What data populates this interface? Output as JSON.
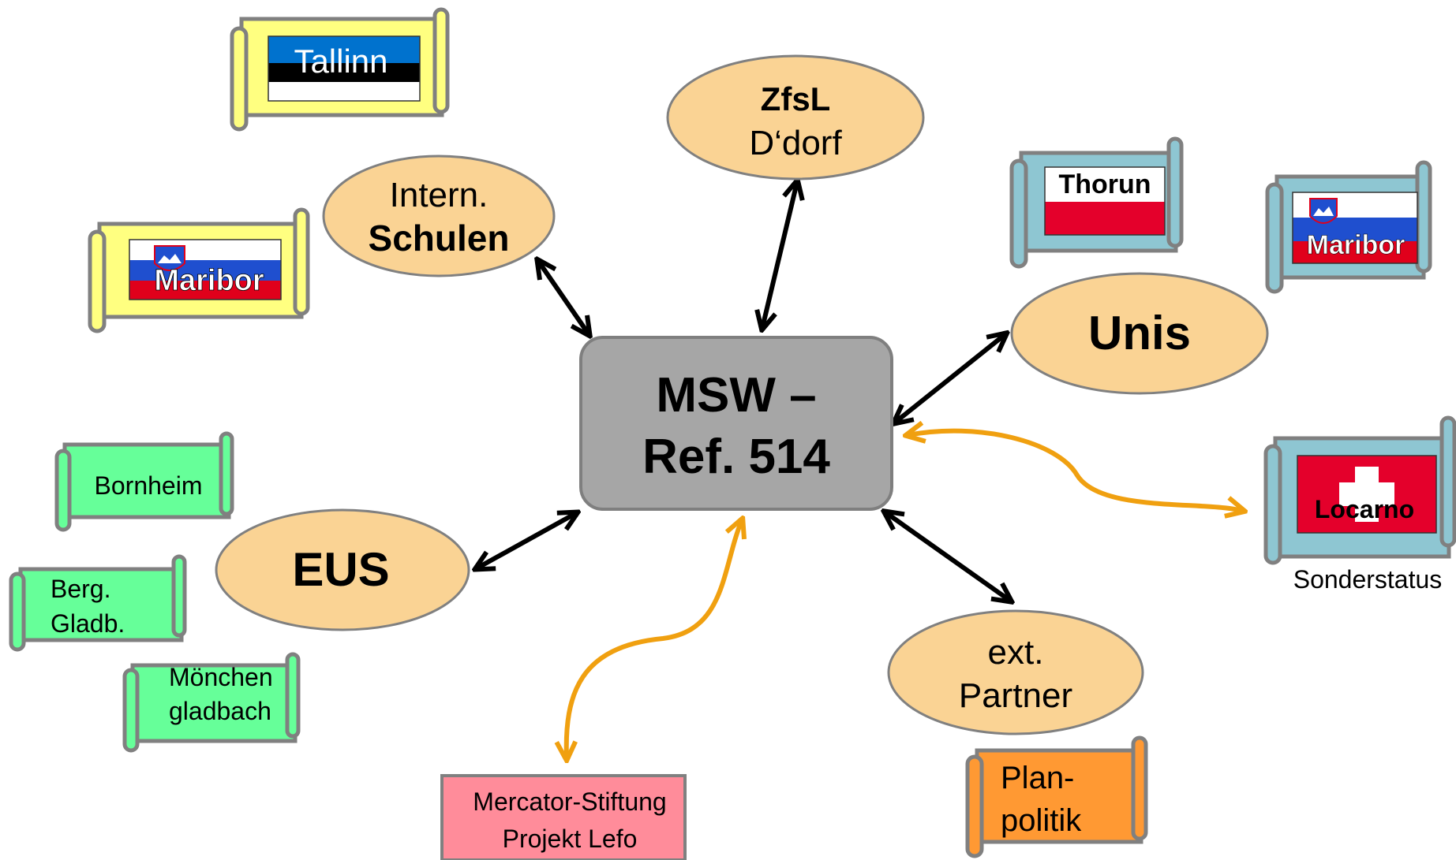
{
  "center": {
    "line1": "MSW –",
    "line2": "Ref. 514"
  },
  "ovals": {
    "zfsl": {
      "line1": "ZfsL",
      "line2": "D‘dorf"
    },
    "intern": {
      "line1": "Intern.",
      "line2": "Schulen"
    },
    "unis": {
      "label": "Unis"
    },
    "eus": {
      "label": "EUS"
    },
    "ext": {
      "line1": "ext.",
      "line2": "Partner"
    }
  },
  "scrolls": {
    "tallinn": {
      "label": "Tallinn"
    },
    "maribor_left": {
      "label": "Maribor"
    },
    "thorun": {
      "label": "Thorun"
    },
    "maribor_right": {
      "label": "Maribor"
    },
    "locarno": {
      "label": "Locarno",
      "note": "Sonderstatus"
    },
    "bornheim": {
      "label": "Bornheim"
    },
    "berg": {
      "line1": "Berg.",
      "line2": "Gladb."
    },
    "moenchen": {
      "line1": "Mönchen",
      "line2": "gladbach"
    },
    "plan": {
      "line1": "Plan-",
      "line2": "politik"
    }
  },
  "mercator": {
    "line1": "Mercator-Stiftung",
    "line2": "Projekt Lefo"
  },
  "colors": {
    "oval_fill": "#FAD394",
    "center_fill": "#A6A6A6",
    "black_arrow": "#000000",
    "orange_arrow": "#F0A010",
    "scroll_yellow": "#FFFF80",
    "scroll_blue": "#8EC6D2",
    "scroll_green": "#66FF99",
    "scroll_orange": "#FF9933",
    "mercator_fill": "#FF8C9A"
  }
}
